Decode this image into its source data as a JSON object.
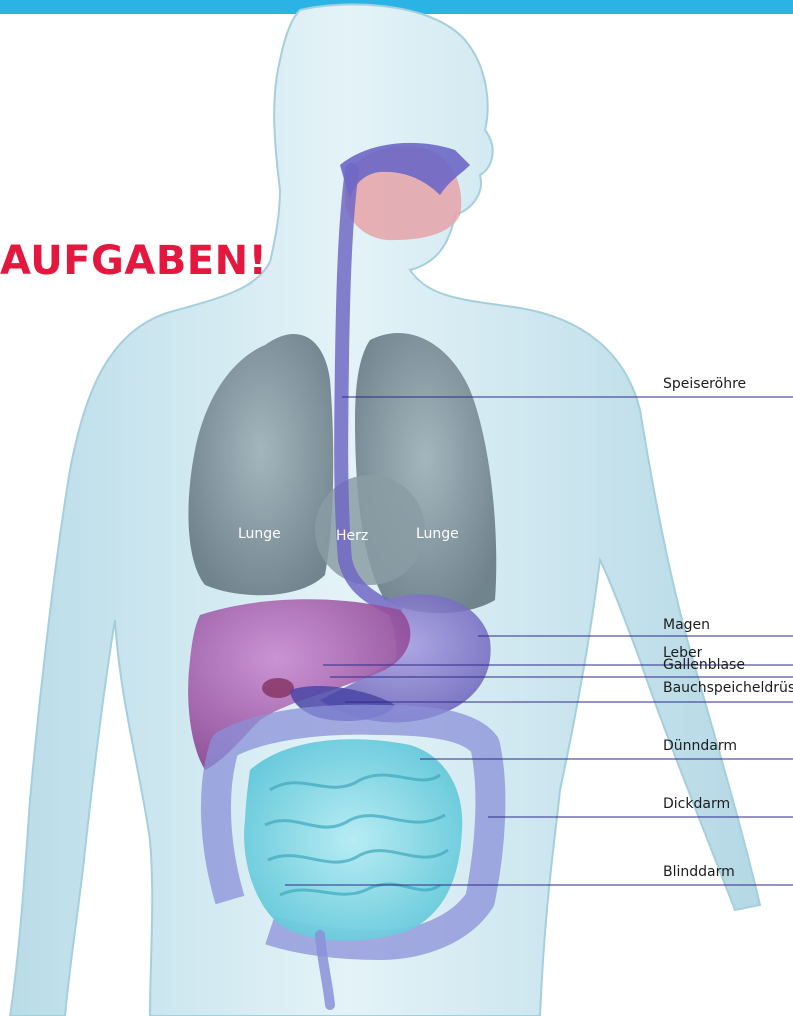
{
  "title": "AUFGABEN!",
  "colors": {
    "top_bar": "#2bb3e6",
    "title": "#e4173e",
    "leader_line": "#2e2a8a",
    "body": "#c9e6ef",
    "lung": "#7b8e98",
    "liver": "#a45ca9",
    "stomach": "#7e74c9",
    "small_intestine": "#7fd8e6",
    "large_intestine": "#8b90d8"
  },
  "inner_labels": {
    "lung_left": "Lunge",
    "heart": "Herz",
    "lung_right": "Lunge"
  },
  "callouts": [
    {
      "id": "speiseroehre",
      "label": "Speiseröhre"
    },
    {
      "id": "magen",
      "label": "Magen"
    },
    {
      "id": "leber",
      "label": "Leber"
    },
    {
      "id": "gallenblase",
      "label": "Gallenblase"
    },
    {
      "id": "bauchspeicheldruese",
      "label": "Bauchspeicheldrüse"
    },
    {
      "id": "duenndarm",
      "label": "Dünndarm"
    },
    {
      "id": "dickdarm",
      "label": "Dickdarm"
    },
    {
      "id": "blinddarm",
      "label": "Blinddarm"
    }
  ]
}
